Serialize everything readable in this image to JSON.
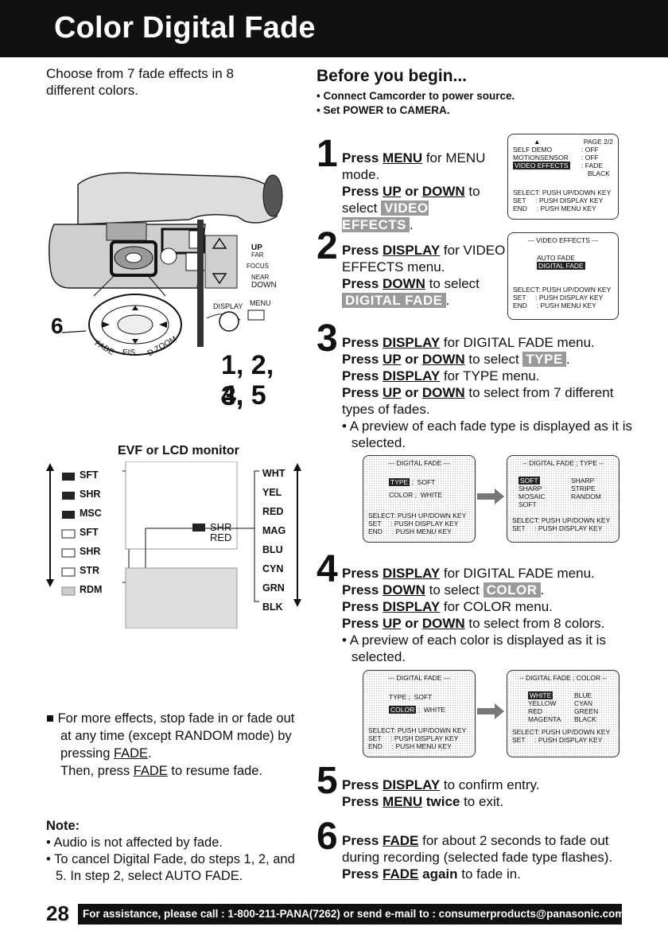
{
  "header": {
    "title": "Color Digital Fade"
  },
  "intro": "Choose from 7 fade effects in 8 different colors.",
  "before": {
    "title": "Before you begin...",
    "items": [
      "Connect Camcorder to power source.",
      "Set POWER to CAMERA."
    ]
  },
  "steps": {
    "s1": {
      "num": "1",
      "a1": "Press ",
      "a2": "MENU",
      "a3": " for MENU mode.",
      "b1": "Press ",
      "b2": "UP",
      "b3": " or ",
      "b4": "DOWN",
      "b5": " to select ",
      "b6": "VIDEO EFFECTS",
      "b7": "."
    },
    "s2": {
      "num": "2",
      "a1": "Press ",
      "a2": "DISPLAY",
      "a3": " for VIDEO EFFECTS menu.",
      "b1": "Press ",
      "b2": "DOWN",
      "b3": " to select ",
      "b4": "DIGITAL FADE",
      "b5": "."
    },
    "s3": {
      "num": "3",
      "a1": "Press ",
      "a2": "DISPLAY",
      "a3": " for DIGITAL FADE menu.",
      "b1": "Press ",
      "b2": "UP",
      "b3": " or ",
      "b4": "DOWN",
      "b5": " to select ",
      "b6": "TYPE",
      "b7": ".",
      "c1": "Press ",
      "c2": "DISPLAY",
      "c3": " for TYPE menu.",
      "d1": "Press ",
      "d2": "UP",
      "d3": " or ",
      "d4": "DOWN",
      "d5": " to select from 7 different types of fades.",
      "e": "• A preview of each fade type is displayed as it is selected."
    },
    "s4": {
      "num": "4",
      "a1": "Press ",
      "a2": "DISPLAY",
      "a3": " for DIGITAL FADE menu.",
      "b1": "Press ",
      "b2": "DOWN",
      "b3": " to select ",
      "b4": "COLOR",
      "b5": ".",
      "c1": "Press ",
      "c2": "DISPLAY",
      "c3": " for COLOR menu.",
      "d1": "Press ",
      "d2": "UP",
      "d3": " or ",
      "d4": "DOWN",
      "d5": " to select from 8 colors.",
      "e": "• A preview of each color is displayed as it is selected."
    },
    "s5": {
      "num": "5",
      "a1": "Press ",
      "a2": "DISPLAY",
      "a3": " to confirm entry.",
      "b1": "Press ",
      "b2": "MENU",
      "b3": " twice",
      "b4": " to exit."
    },
    "s6": {
      "num": "6",
      "a1": "Press ",
      "a2": "FADE",
      "a3": " for about 2 seconds to fade out during recording (selected fade type flashes). ",
      "a4": "Press ",
      "a5": "FADE",
      "a6": " again",
      "a7": " to fade in."
    }
  },
  "osd1": {
    "page": "PAGE 2/2",
    "l1": "SELF DEMO",
    "v1": ": OFF",
    "l2": "MOTIONSENSOR",
    "v2": ": OFF",
    "l3": "VIDEO EFFECTS",
    "v3": ": FADE",
    "v3b": "BLACK",
    "k1": "SELECT: PUSH UP/DOWN KEY",
    "k2": "SET     : PUSH DISPLAY KEY",
    "k3": "END     : PUSH MENU KEY"
  },
  "osd2": {
    "title": "--- VIDEO EFFECTS ---",
    "l1": "AUTO FADE",
    "l2": "DIGITAL FADE",
    "k1": "SELECT: PUSH UP/DOWN KEY",
    "k2": "SET     : PUSH DISPLAY KEY",
    "k3": "END     : PUSH MENU KEY"
  },
  "osd3a": {
    "title": "--- DIGITAL FADE ---",
    "l1": "TYPE",
    "v1": ";  SOFT",
    "l2": "COLOR",
    "v2": ";  WHITE",
    "k1": "SELECT: PUSH UP/DOWN KEY",
    "k2": "SET     : PUSH DISPLAY KEY",
    "k3": "END     : PUSH MENU KEY"
  },
  "osd3b": {
    "title": "-- DIGITAL FADE ; TYPE --",
    "c1": [
      "SOFT",
      "SHARP",
      "MOSAIC",
      "SOFT"
    ],
    "c2": [
      "SHARP",
      "STRIPE",
      "RANDOM"
    ],
    "k1": "SELECT: PUSH UP/DOWN KEY",
    "k2": "SET     : PUSH DISPLAY KEY"
  },
  "osd4a": {
    "title": "--- DIGITAL FADE ---",
    "l1": "TYPE",
    "v1": ";  SOFT",
    "l2": "COLOR",
    "v2": ";  WHITE",
    "k1": "SELECT: PUSH UP/DOWN KEY",
    "k2": "SET     : PUSH DISPLAY KEY",
    "k3": "END     : PUSH MENU KEY"
  },
  "osd4b": {
    "title": "-- DIGITAL FADE ; COLOR --",
    "c1": [
      "WHITE",
      "YELLOW",
      "RED",
      "MAGENTA"
    ],
    "c2": [
      "BLUE",
      "CYAN",
      "GREEN",
      "BLACK"
    ],
    "k1": "SELECT: PUSH UP/DOWN KEY",
    "k2": "SET     : PUSH DISPLAY KEY"
  },
  "camera": {
    "up": "UP",
    "far": "FAR",
    "focus": "FOCUS",
    "near": "NEAR",
    "down": "DOWN",
    "display": "DISPLAY",
    "menu": "MENU",
    "fade": "FADE",
    "eis": "EIS",
    "dzoom": "D.ZOOM",
    "six": "6",
    "nums1": "1, 2, 3,",
    "nums2": "4, 5"
  },
  "evf": {
    "title": "EVF or LCD monitor",
    "left": [
      "SFT",
      "SHR",
      "MSC",
      "SFT",
      "SHR",
      "STR",
      "RDM"
    ],
    "right": [
      "WHT",
      "YEL",
      "RED",
      "MAG",
      "BLU",
      "CYN",
      "GRN",
      "BLK"
    ],
    "screen1": "SHR",
    "screen2": "RED"
  },
  "effects_note": {
    "p1": "For more effects, stop fade in or fade out at any time (except RANDOM mode) by pressing ",
    "p2": "FADE",
    "p3": ".",
    "p4": "Then, press ",
    "p5": "FADE",
    "p6": " to resume fade."
  },
  "note": {
    "title": "Note:",
    "items": [
      "Audio is not affected by fade.",
      "To cancel Digital Fade, do steps 1, 2, and 5. In step 2, select AUTO FADE."
    ]
  },
  "footer": {
    "page": "28",
    "text": "For assistance, please call : 1-800-211-PANA(7262) or send e-mail to : consumerproducts@panasonic.com"
  }
}
